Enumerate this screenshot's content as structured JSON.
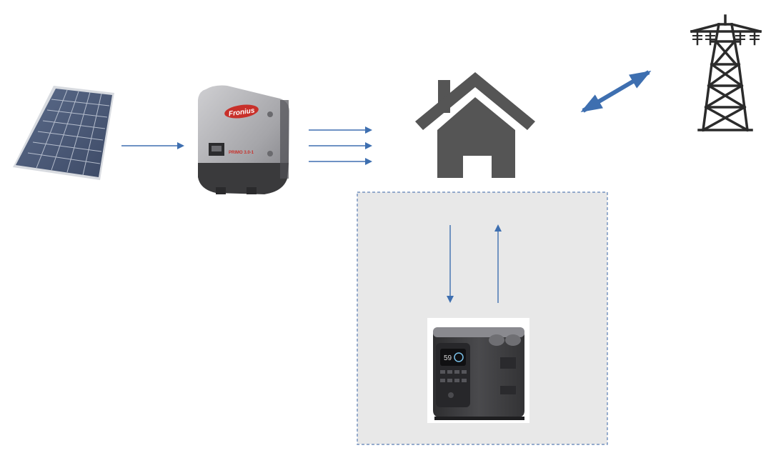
{
  "diagram": {
    "nodes": [
      {
        "id": "solar_panel",
        "icon": "solar-panel-icon"
      },
      {
        "id": "inverter",
        "icon": "inverter-icon",
        "brand_label": "Fronius",
        "model_label": "PRIMO 3.0-1"
      },
      {
        "id": "house",
        "icon": "house-icon"
      },
      {
        "id": "power_grid",
        "icon": "transmission-tower-icon"
      },
      {
        "id": "battery_station",
        "icon": "portable-power-station-icon",
        "display_value": "59"
      }
    ],
    "edges": [
      {
        "from": "solar_panel",
        "to": "inverter",
        "style": "single-arrow"
      },
      {
        "from": "inverter",
        "to": "house",
        "style": "triple-arrow"
      },
      {
        "from": "house",
        "to": "power_grid",
        "style": "double-headed-arrow"
      },
      {
        "from": "house",
        "to": "battery_station",
        "style": "single-arrow"
      },
      {
        "from": "battery_station",
        "to": "house",
        "style": "single-arrow"
      }
    ],
    "groups": [
      {
        "id": "storage_group",
        "style": "dashed-box",
        "members": [
          "battery_station"
        ]
      }
    ],
    "colors": {
      "arrow": "#3e6fb0",
      "house": "#555555",
      "tower": "#2b2b2b",
      "group_fill": "#e8e8e8",
      "group_border": "#5b7fb5",
      "panel_cell": "#4a5a78",
      "inverter_body": "#a8a8ab",
      "inverter_logo": "#c8302a",
      "battery_body": "#3d3d3f"
    }
  }
}
